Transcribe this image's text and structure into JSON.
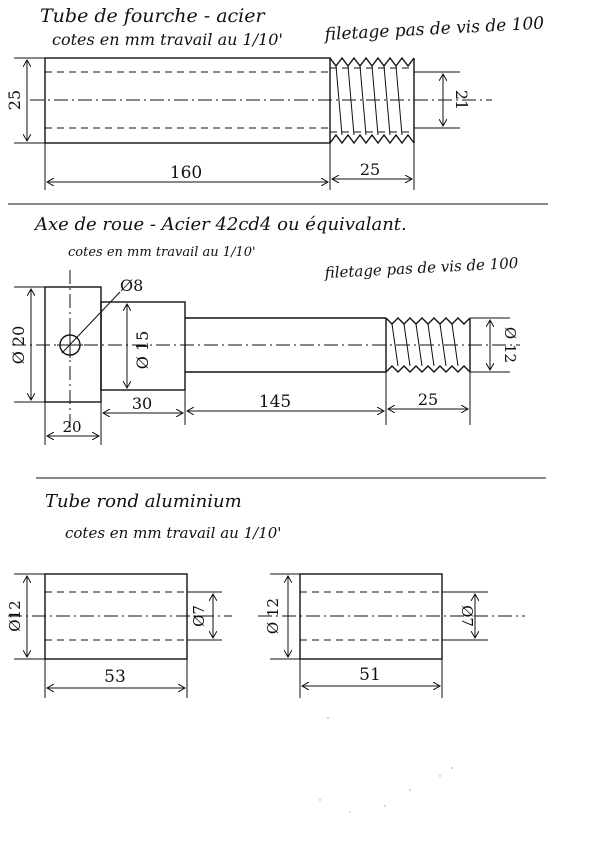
{
  "section1": {
    "title": "Tube de fourche - acier",
    "subtitle": "cotes en mm travail au 1/10'",
    "thread_note": "filetage pas de vis de 100",
    "dims": {
      "height": "25",
      "thread_dia": "21",
      "length": "160",
      "thread_len": "25"
    }
  },
  "section2": {
    "title": "Axe de roue - Acier 42cd4 ou équivalant.",
    "subtitle": "cotes en mm travail au 1/10'",
    "thread_note": "filetage pas de vis de 100",
    "dims": {
      "hole": "Ø8",
      "head_dia": "Ø 20",
      "collar_dia": "Ø 15",
      "thread_dia": "Ø 12",
      "head_len": "20",
      "collar_len": "30",
      "shaft_len": "145",
      "thread_len": "25"
    }
  },
  "section3": {
    "title": "Tube rond aluminium",
    "subtitle": "cotes en mm travail au 1/10'",
    "left_tube": {
      "outer": "Ø12",
      "inner": "Ø7",
      "length": "53"
    },
    "right_tube": {
      "outer": "Ø 12",
      "inner": "Ø7",
      "length": "51"
    }
  }
}
